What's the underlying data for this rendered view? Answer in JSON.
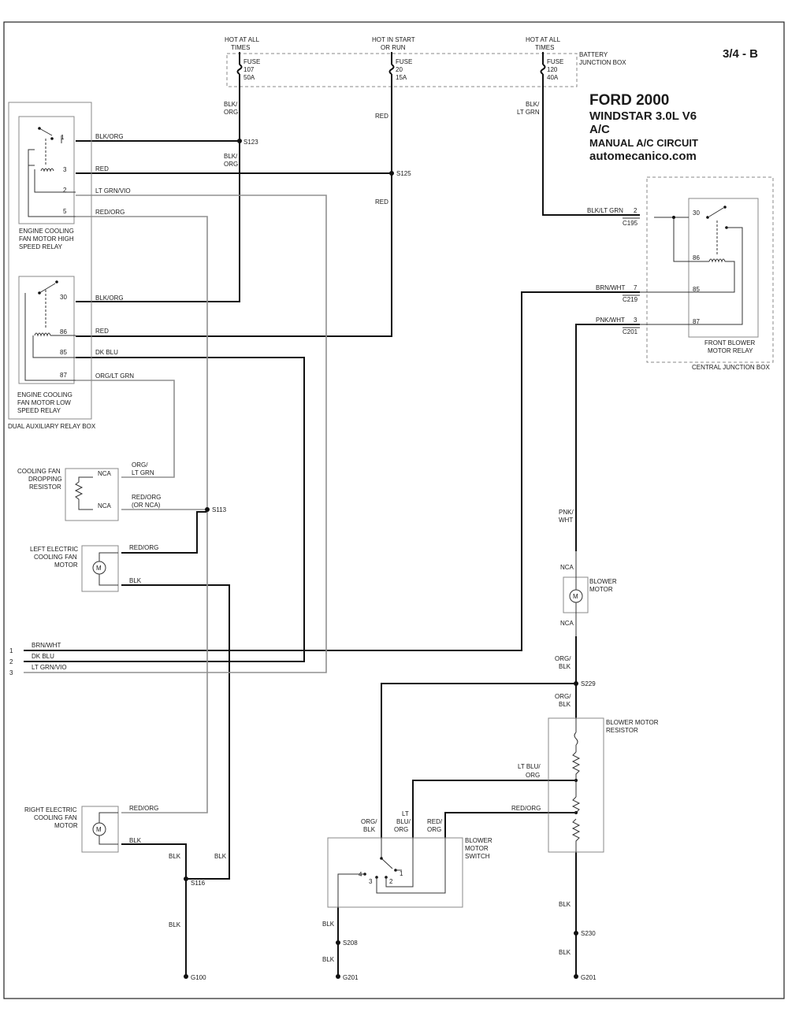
{
  "header": {
    "page_number": "3/4 - B",
    "make_year": "FORD 2000",
    "model_engine": "WINDSTAR  3.0L  V6",
    "system": "A/C",
    "circuit": "MANUAL A/C CIRCUIT",
    "website": "automecanico.com"
  },
  "battery_junction_box": {
    "label": "BATTERY JUNCTION BOX",
    "fuses": [
      {
        "hot_label_1": "HOT AT ALL",
        "hot_label_2": "TIMES",
        "word": "FUSE",
        "number": "107",
        "rating": "50A"
      },
      {
        "hot_label_1": "HOT IN START",
        "hot_label_2": "OR RUN",
        "word": "FUSE",
        "number": "20",
        "rating": "15A"
      },
      {
        "hot_label_1": "HOT AT ALL",
        "hot_label_2": "TIMES",
        "word": "FUSE",
        "number": "120",
        "rating": "40A"
      }
    ]
  },
  "wires": {
    "fuse107_a": "BLK/",
    "fuse107_b": "ORG",
    "fuse20": "RED",
    "fuse120_a": "BLK/",
    "fuse120_b": "LT GRN",
    "s123_below_a": "BLK/",
    "s123_below_b": "ORG",
    "s125_below": "RED",
    "high_1": "BLK/ORG",
    "high_3": "RED",
    "high_2": "LT GRN/VIO",
    "high_5": "RED/ORG",
    "low_30": "BLK/ORG",
    "low_86": "RED",
    "low_85": "DK BLU",
    "low_87": "ORG/LT GRN",
    "resistor_top_a": "ORG/",
    "resistor_top_b": "LT GRN",
    "resistor_bottom_a": "RED/ORG",
    "resistor_bottom_b": "(OR NCA)",
    "left_fan_red": "RED/ORG",
    "left_fan_blk": "BLK",
    "right_fan_red": "RED/ORG",
    "right_fan_blk": "BLK",
    "s116_left": "BLK",
    "s116_right": "BLK",
    "s116_below": "BLK",
    "c195": "BLK/LT GRN",
    "c219": "BRN/WHT",
    "c201": "PNK/WHT",
    "blower_in_a": "PNK/",
    "blower_in_b": "WHT",
    "s229_above_a": "ORG/",
    "s229_above_b": "BLK",
    "s229_below_a": "ORG/",
    "s229_below_b": "BLK",
    "res_ltblu_a": "LT BLU/",
    "res_ltblu_b": "ORG",
    "res_redorg": "RED/ORG",
    "sw_orgblk_a": "ORG/",
    "sw_orgblk_b": "BLK",
    "sw_lt_a": "LT",
    "sw_lt_b": "BLU/",
    "sw_lt_c": "ORG",
    "sw_red_a": "RED/",
    "sw_red_b": "ORG",
    "sw_out": "BLK",
    "s208_below": "BLK",
    "res_out": "BLK",
    "s230_below": "BLK",
    "left_1": "BRN/WHT",
    "left_2": "DK BLU",
    "left_3": "LT GRN/VIO"
  },
  "splices": {
    "s123": "S123",
    "s125": "S125",
    "s113": "S113",
    "s116": "S116",
    "s229": "S229",
    "s208": "S208",
    "s230": "S230"
  },
  "grounds": {
    "g100": "G100",
    "g201_left": "G201",
    "g201_right": "G201"
  },
  "connectors": {
    "c195": "C195",
    "c219": "C219",
    "c201": "C201",
    "c195_pin": "2",
    "c219_pin": "7",
    "c201_pin": "3"
  },
  "relays": {
    "high_speed": {
      "label_1": "ENGINE COOLING",
      "label_2": "FAN MOTOR HIGH",
      "label_3": "SPEED RELAY",
      "pins": [
        "1",
        "3",
        "2",
        "5"
      ]
    },
    "low_speed": {
      "label_1": "ENGINE COOLING",
      "label_2": "FAN MOTOR LOW",
      "label_3": "SPEED RELAY",
      "pins": [
        "30",
        "86",
        "85",
        "87"
      ]
    },
    "relay_box": "DUAL AUXILIARY RELAY BOX",
    "front_blower": {
      "label_1": "FRONT BLOWER",
      "label_2": "MOTOR RELAY",
      "pins": [
        "30",
        "86",
        "85",
        "87"
      ]
    },
    "central_box": "CENTRAL JUNCTION BOX"
  },
  "components": {
    "dropping_resistor": {
      "label_1": "COOLING FAN",
      "label_2": "DROPPING",
      "label_3": "RESISTOR",
      "nca_top": "NCA",
      "nca_bottom": "NCA"
    },
    "left_fan": {
      "label_1": "LEFT ELECTRIC",
      "label_2": "COOLING FAN",
      "label_3": "MOTOR",
      "symbol": "M"
    },
    "right_fan": {
      "label_1": "RIGHT ELECTRIC",
      "label_2": "COOLING FAN",
      "label_3": "MOTOR",
      "symbol": "M"
    },
    "blower_motor": {
      "label_1": "BLOWER",
      "label_2": "MOTOR",
      "symbol": "M",
      "nca_top": "NCA",
      "nca_bottom": "NCA"
    },
    "blower_resistor": {
      "label_1": "BLOWER MOTOR",
      "label_2": "RESISTOR"
    },
    "blower_switch": {
      "label_1": "BLOWER",
      "label_2": "MOTOR",
      "label_3": "SWITCH",
      "pins": [
        "4",
        "3",
        "2",
        "1"
      ]
    }
  },
  "offpage": {
    "ref_1": "1",
    "ref_2": "2",
    "ref_3": "3"
  }
}
